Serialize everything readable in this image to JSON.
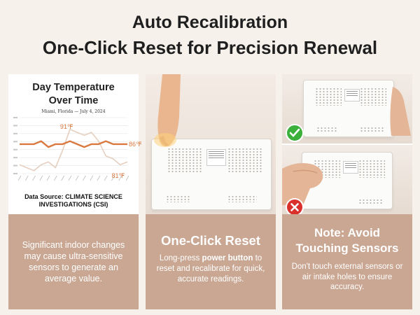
{
  "header": {
    "line1": "Auto Recalibration",
    "line2": "One-Click Reset for Precision Renewal"
  },
  "card1": {
    "chart_title_line1": "Day Temperature",
    "chart_title_line2": "Over Time",
    "chart_subtitle": "Miami, Florida — July 4, 2024",
    "source_line1": "Data Source: CLIMATE SCIENCE",
    "source_line2": "INVESTIGATIONS (CSI)",
    "body": "Significant indoor changes may cause ultra-sensitive sensors to generate an average value."
  },
  "chart_data": {
    "type": "line",
    "title": "Day Temperature Over Time",
    "subtitle": "Miami, Florida — July 4, 2024",
    "series": [
      {
        "values": [
          79,
          78,
          77,
          79,
          80,
          78,
          84,
          91,
          90,
          89,
          90,
          87,
          82,
          81,
          79,
          80
        ]
      },
      {
        "values": [
          86,
          86,
          86,
          87,
          85,
          86,
          86,
          87,
          86,
          85,
          86,
          86,
          87,
          86,
          86,
          86
        ]
      }
    ],
    "annotations": [
      "91℉",
      "86℉",
      "81℉"
    ],
    "ylim": [
      76,
      95
    ],
    "grid": true,
    "colors": {
      "outdoor": "#e6cfbf",
      "indoor": "#d9793f"
    }
  },
  "card2": {
    "title": "One-Click Reset",
    "text_before": "Long-press ",
    "text_bold": "power button",
    "text_after": " to reset and recalibrate for quick, accurate readings."
  },
  "card3": {
    "title_line1": "Note: Avoid",
    "title_line2": "Touching Sensors",
    "body": "Don't touch external sensors or air intake holes to ensure accuracy.",
    "badges": {
      "ok": "check-icon",
      "bad": "cross-icon"
    },
    "colors": {
      "ok": "#3bb03b",
      "bad": "#d9302c"
    }
  }
}
